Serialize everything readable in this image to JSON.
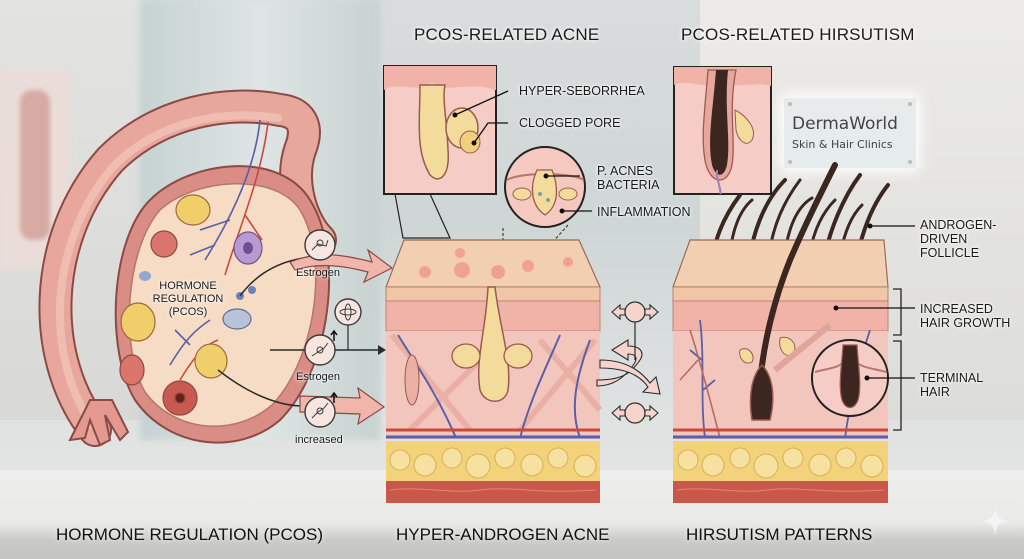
{
  "titles": {
    "acne": "PCOS-RELATED ACNE",
    "hirsutism": "PCOS-RELATED HIRSUTISM"
  },
  "ovary": {
    "center_label_lines": [
      "HORMONE",
      "REGULATION",
      "(PCOS)"
    ],
    "hormone_flows": [
      {
        "label": "Estrogen",
        "icon": "molecule-icon"
      },
      {
        "label": "Estrogen",
        "icon": "molecule-up-arrow-icon"
      },
      {
        "label": "increased",
        "icon": "molecule-up-arrow-icon"
      }
    ],
    "atom_icon": "atom-icon"
  },
  "acne_panel": {
    "callouts": [
      "HYPER-SEBORRHEA",
      "CLOGGED PORE"
    ],
    "bacteria_callout_lines": [
      "P. ACNES",
      "BACTERIA"
    ],
    "inflammation_callout": "INFLAMMATION"
  },
  "hirsutism_panel": {
    "callouts": [
      {
        "lines": [
          "ANDROGEN-",
          "DRIVEN",
          "FOLLICLE"
        ]
      },
      {
        "lines": [
          "INCREASED",
          "HAIR GROWTH"
        ]
      },
      {
        "lines": [
          "TERMINAL",
          "HAIR"
        ]
      }
    ]
  },
  "sign": {
    "brand": "DermaWorld",
    "subtitle": "Skin & Hair Clinics"
  },
  "footer": {
    "captions": [
      "HORMONE REGULATION (PCOS)",
      "HYPER-ANDROGEN ACNE",
      "HIRSUTISM PATTERNS"
    ]
  },
  "colors": {
    "skin_top": "#f2cfb1",
    "dermis": "#f0b9b0",
    "fat": "#f3d27c",
    "vein": "#5a5fa8",
    "artery": "#c94a3d",
    "hair": "#3b2620",
    "tissue_outline": "#8c4a44"
  }
}
